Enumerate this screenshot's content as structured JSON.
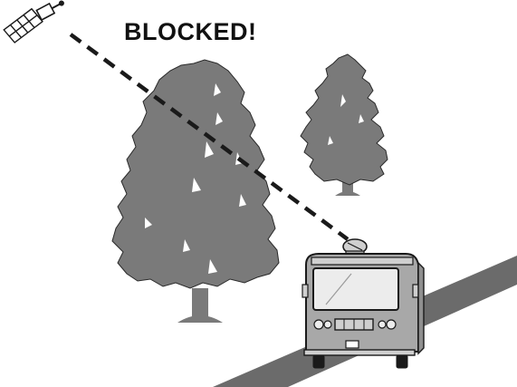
{
  "caption": "BLOCKED!",
  "colors": {
    "tree": "#7a7a7a",
    "road": "#6b6b6b",
    "outline": "#1a1a1a",
    "vehicle_body": "#a8a8a8",
    "vehicle_light": "#cfcfcf",
    "windshield": "#ececec",
    "signal_line": "#1a1a1a"
  },
  "icons": [
    "satellite-icon",
    "large-tree",
    "small-tree",
    "road",
    "rv-vehicle",
    "satellite-dish-icon"
  ]
}
